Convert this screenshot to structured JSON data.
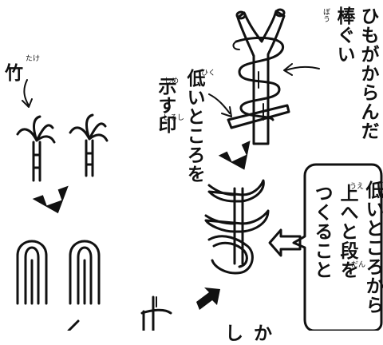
{
  "labels": {
    "bamboo": "竹",
    "bamboo_ruby": "たけ",
    "stick_tied_col1": "ひもがからんだ",
    "stick_tied_col2": "棒ぐい",
    "stick_tied_ruby": "ぼう",
    "low_mark_col1": "低いところを",
    "low_mark_col1_ruby": "ひく",
    "low_mark_col2": "示す印",
    "low_mark_col2_ruby_a": "しめ",
    "low_mark_col2_ruby_b": "しるし",
    "steps_col1": "低いところから",
    "steps_col2": "上へと段を",
    "steps_col2_ruby_a": "うえ",
    "steps_col2_ruby_b": "だん",
    "steps_col3": "つくること",
    "bottom_fragment_a": "し",
    "bottom_fragment_b": "か"
  },
  "colors": {
    "ink": "#111111",
    "background": "#ffffff"
  },
  "icons": [
    "down-arrow-icon",
    "pointer-arrow-icon",
    "hollow-arrow-icon"
  ]
}
